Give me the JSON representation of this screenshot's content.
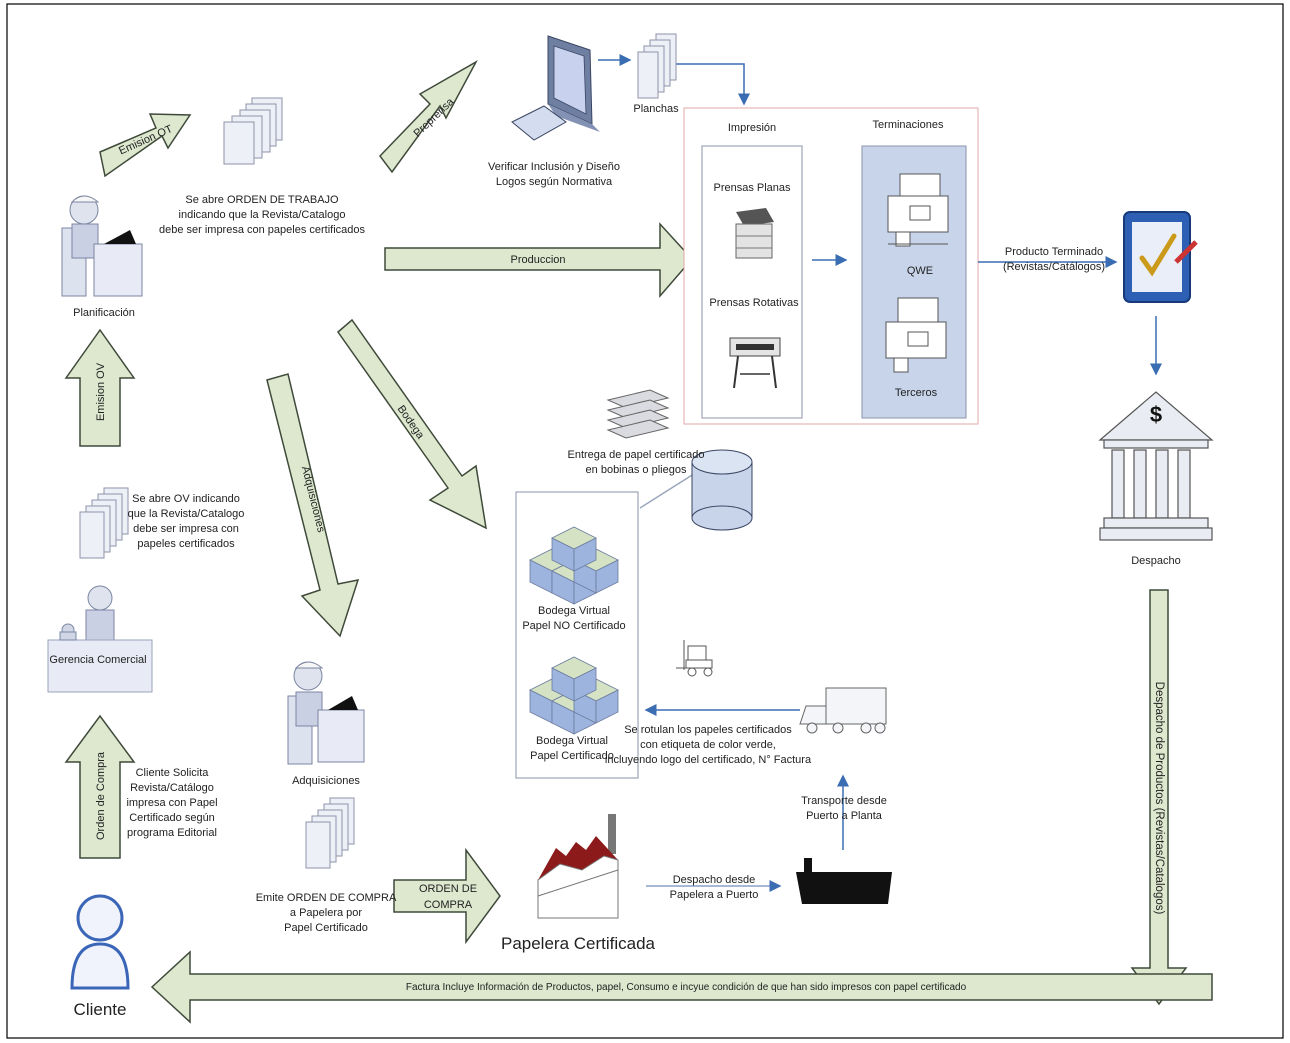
{
  "labels": {
    "emision_ot": "Emision OT",
    "preprensa": "Preprensa",
    "produccion": "Produccion",
    "bodega": "Bodega",
    "adquisiciones_arrow": "Adquisiciones",
    "emision_ov": "Emision OV",
    "orden_de_compra_arrow": "Orden de Compra",
    "orden_de_compra_box": [
      "ORDEN DE",
      "COMPRA"
    ],
    "despacho_productos": "Despacho de Productos (Revistas/Catalogos)",
    "factura": "Factura Incluye Información de Productos, papel, Consumo e incyue condición de que han sido impresos con papel certificado"
  },
  "texts": {
    "ot_note": [
      "Se abre ORDEN DE TRABAJO",
      "indicando que la Revista/Catalogo",
      "debe ser impresa con papeles certificados"
    ],
    "planificacion": "Planificación",
    "verificar": [
      "Verificar Inclusión y Diseño",
      "Logos según Normativa"
    ],
    "planchas": "Planchas",
    "impresion": "Impresión",
    "terminaciones": "Terminaciones",
    "prensas_planas": "Prensas Planas",
    "prensas_rotativas": "Prensas Rotativas",
    "qwe": "QWE",
    "terceros": "Terceros",
    "producto_terminado": [
      "Producto Terminado",
      "(Revistas/Catálogos)"
    ],
    "despacho": "Despacho",
    "entrega_papel": [
      "Entrega de papel certificado",
      "en bobinas o pliegos"
    ],
    "ov_note": [
      "Se abre OV indicando",
      "que la Revista/Catalogo",
      "debe ser impresa con",
      "papeles certificados"
    ],
    "gerencia": "Gerencia Comercial",
    "bodega_no_cert": [
      "Bodega Virtual",
      "Papel NO Certificado"
    ],
    "bodega_cert": [
      "Bodega Virtual",
      "Papel Certificado"
    ],
    "rotulan": [
      "Se rotulan los papeles certificados",
      "con etiqueta de color verde,",
      "incluyendo logo del certificado, N° Factura"
    ],
    "transporte": [
      "Transporte desde",
      "Puerto a Planta"
    ],
    "adquisiciones": "Adquisiciones",
    "cliente_solicita": [
      "Cliente Solicita",
      "Revista/Catálogo",
      "impresa con Papel",
      "Certificado según",
      "programa Editorial"
    ],
    "emite_oc": [
      "Emite ORDEN DE COMPRA",
      "a Papelera por",
      "Papel Certificado"
    ],
    "papelera": "Papelera Certificada",
    "despacho_desde": [
      "Despacho desde",
      "Papelera a Puerto"
    ],
    "cliente": "Cliente"
  },
  "icons": {
    "dollar": "$"
  },
  "colors": {
    "arrow_fill": "#dde8cf",
    "arrow_stroke": "#3f4a3a",
    "cube_blue": "#9db4df",
    "cube_green": "#d5e3c4",
    "panel_blue": "#c7d4ea",
    "line_blue": "#3b6db3"
  }
}
